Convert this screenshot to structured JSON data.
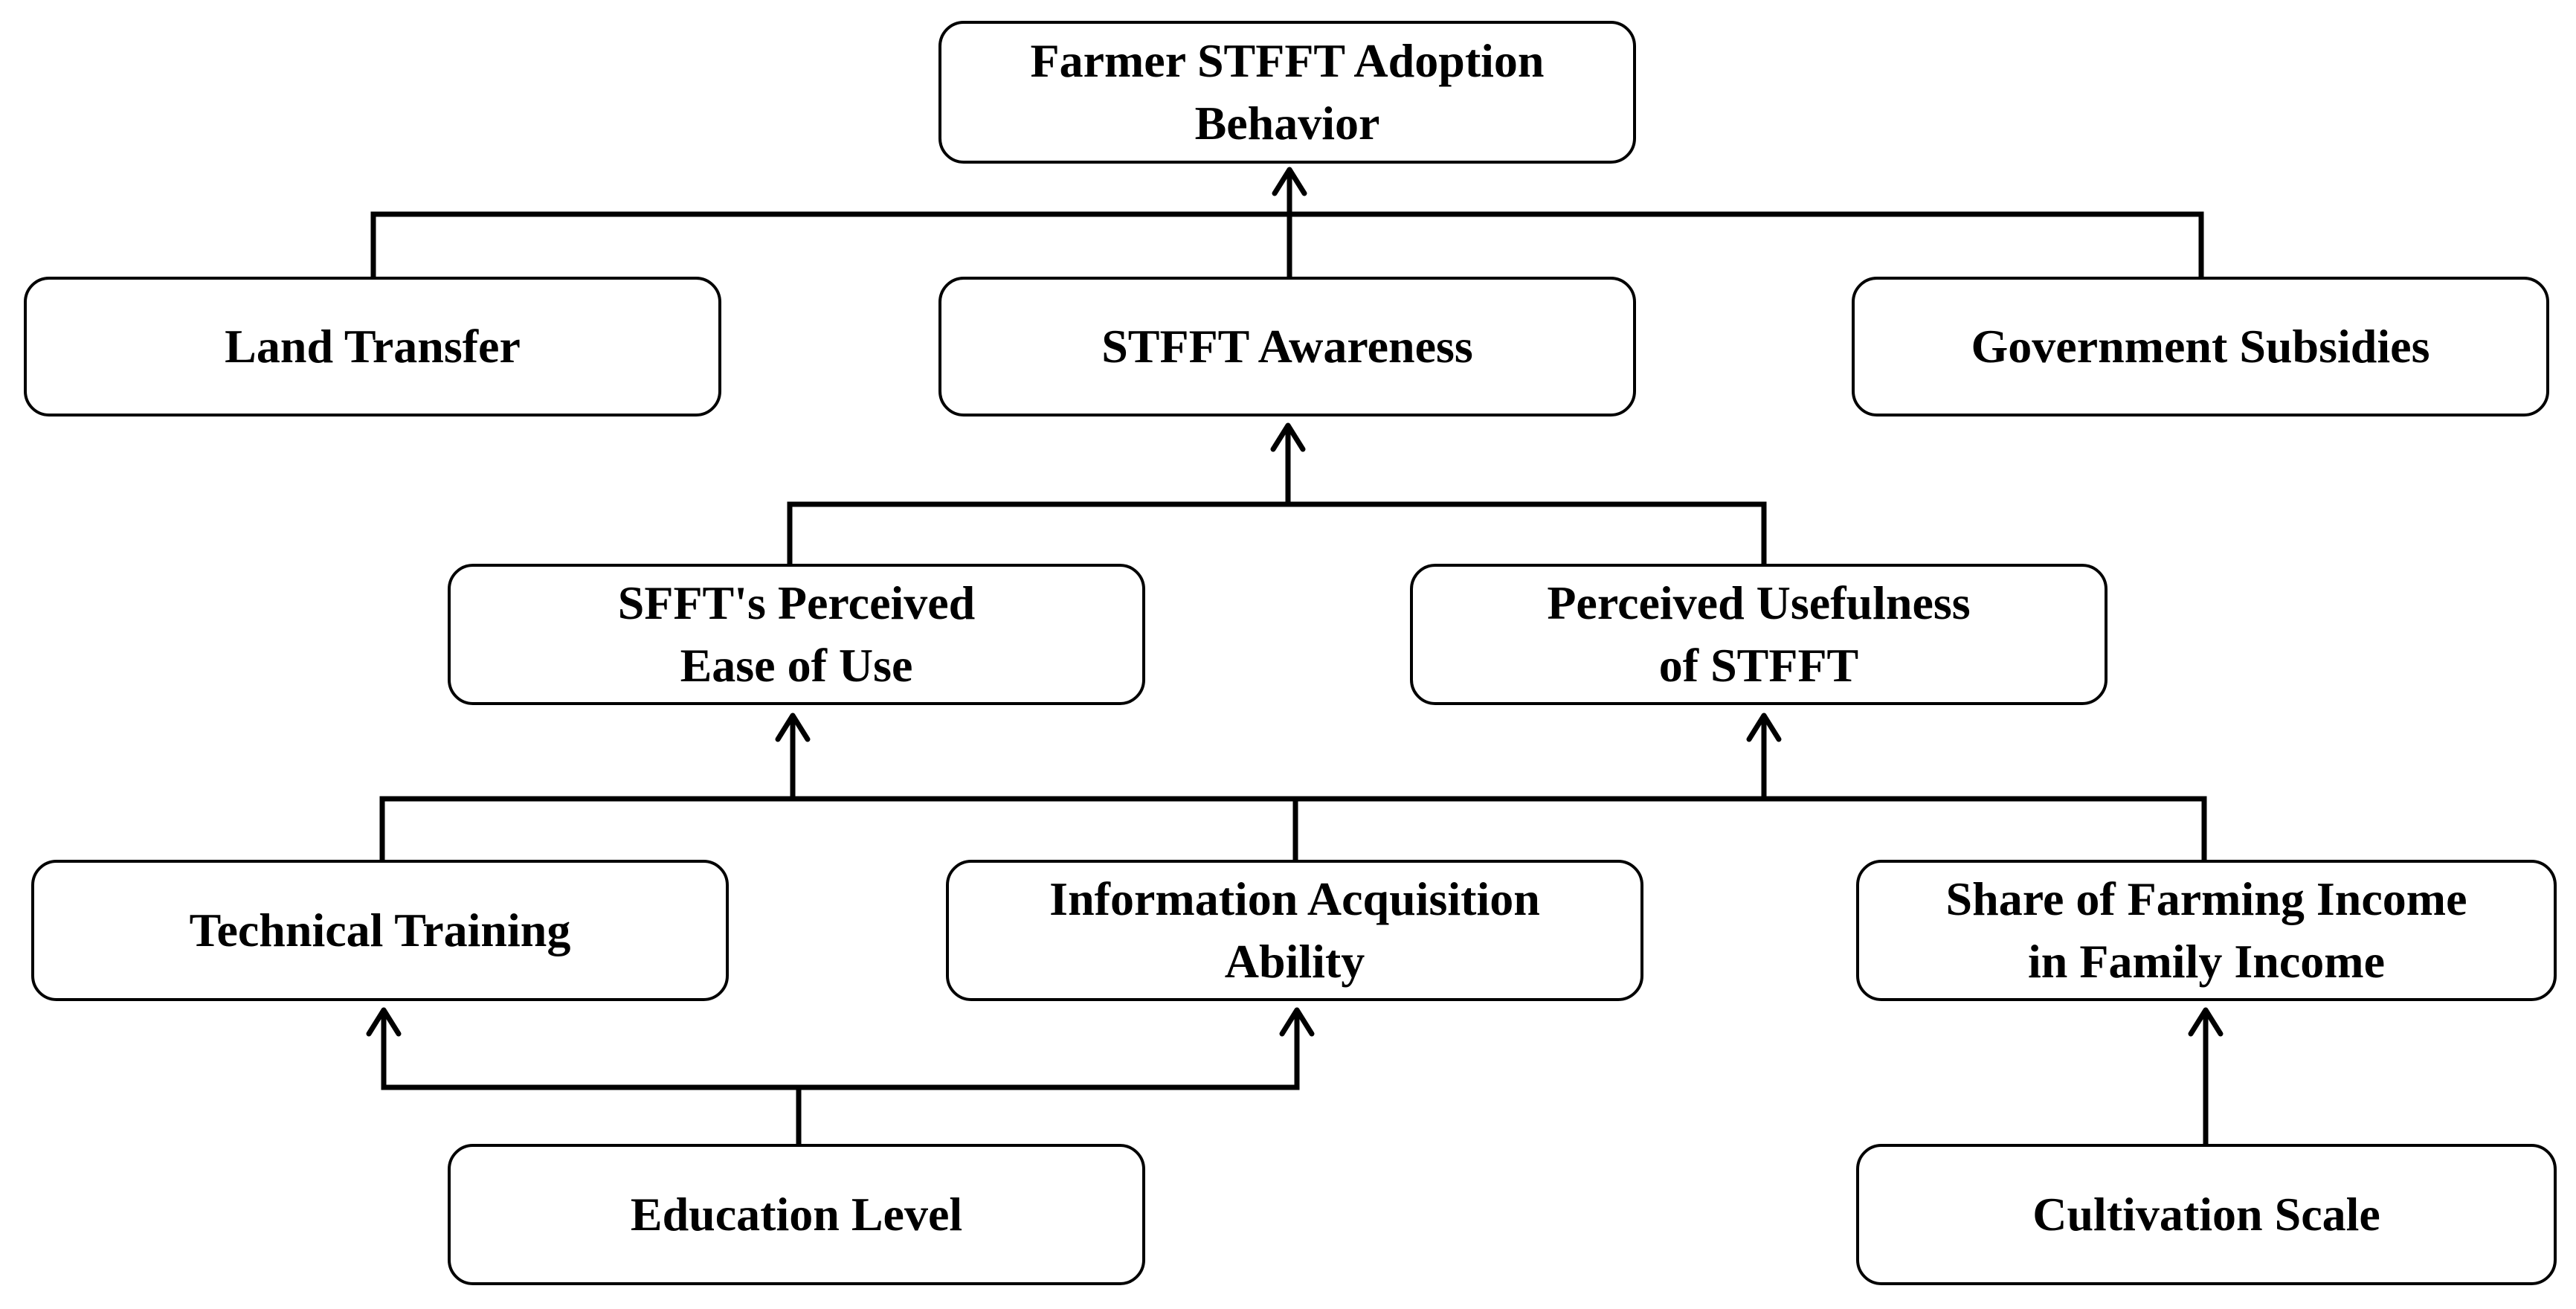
{
  "diagram": {
    "nodes": {
      "adoption": [
        "Farmer STFFT Adoption",
        "Behavior"
      ],
      "land_transfer": [
        "Land Transfer"
      ],
      "awareness": [
        "STFFT Awareness"
      ],
      "subsidies": [
        "Government Subsidies"
      ],
      "ease_of_use": [
        "SFFT's Perceived",
        "Ease of Use"
      ],
      "usefulness": [
        "Perceived Usefulness",
        "of STFFT"
      ],
      "training": [
        "Technical Training"
      ],
      "info_ability": [
        "Information Acquisition",
        "Ability"
      ],
      "income_share": [
        "Share of Farming Income",
        "in Family Income"
      ],
      "education": [
        "Education Level"
      ],
      "cultivation": [
        "Cultivation Scale"
      ]
    },
    "edges": [
      {
        "from": [
          "land_transfer",
          "awareness",
          "subsidies"
        ],
        "to": "adoption"
      },
      {
        "from": [
          "ease_of_use",
          "usefulness"
        ],
        "to": "awareness"
      },
      {
        "from": [
          "training",
          "info_ability",
          "income_share"
        ],
        "to": [
          "ease_of_use",
          "usefulness"
        ]
      },
      {
        "from": "education",
        "to": [
          "training",
          "info_ability"
        ]
      },
      {
        "from": "cultivation",
        "to": "income_share"
      }
    ]
  }
}
